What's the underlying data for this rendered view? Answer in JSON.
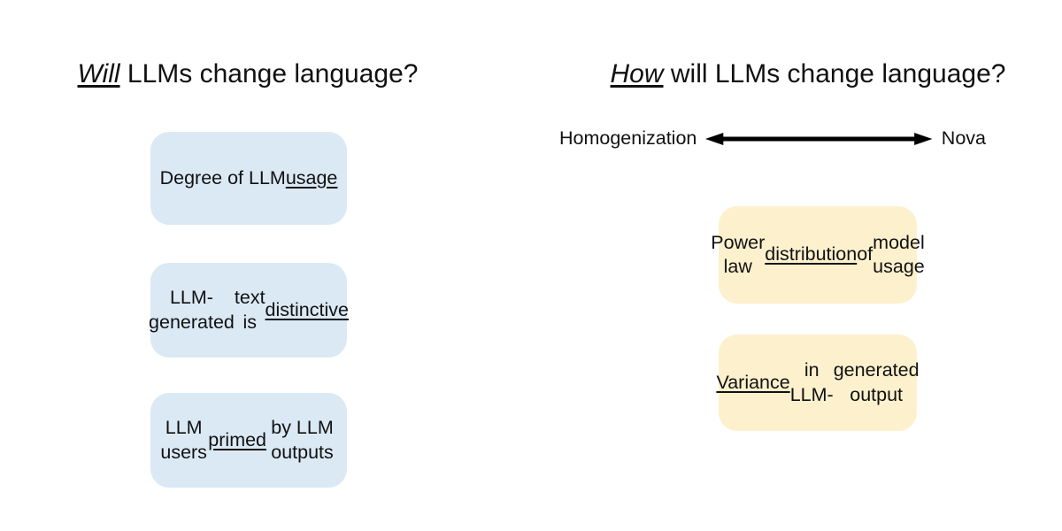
{
  "colors": {
    "blue_box": "#dbe9f5",
    "yellow_box": "#fdf0cd",
    "text": "#111111",
    "arrow": "#000000",
    "background": "#ffffff"
  },
  "left_panel": {
    "title": [
      [
        {
          "t": "Will",
          "u": true,
          "i": true
        },
        {
          "t": " LLMs change language?"
        }
      ]
    ],
    "boxes": [
      {
        "id": "degree-of-llm-usage",
        "lines": [
          [
            {
              "t": "Degree of LLM"
            }
          ],
          [
            {
              "t": "usage",
              "u": true
            }
          ]
        ]
      },
      {
        "id": "llm-generated-text-distinctive",
        "lines": [
          [
            {
              "t": "LLM-generated"
            }
          ],
          [
            {
              "t": "text is "
            },
            {
              "t": "distinctive",
              "u": true
            }
          ]
        ]
      },
      {
        "id": "llm-users-primed",
        "lines": [
          [
            {
              "t": "LLM users "
            },
            {
              "t": "primed",
              "u": true
            }
          ],
          [
            {
              "t": "by LLM outputs"
            }
          ]
        ]
      }
    ]
  },
  "right_panel": {
    "title": [
      [
        {
          "t": "How",
          "u": true,
          "i": true
        },
        {
          "t": " will LLMs change language?"
        }
      ]
    ],
    "spectrum": {
      "left_label": "Homogenization",
      "right_label": "Nova"
    },
    "boxes": [
      {
        "id": "power-law-distribution",
        "lines": [
          [
            {
              "t": "Power law"
            }
          ],
          [
            {
              "t": "distribution",
              "u": true
            },
            {
              "t": " of"
            }
          ],
          [
            {
              "t": "model usage"
            }
          ]
        ]
      },
      {
        "id": "variance-in-llm-output",
        "lines": [
          [
            {
              "t": "Variance",
              "u": true
            },
            {
              "t": " in LLM-"
            }
          ],
          [
            {
              "t": "generated output"
            }
          ]
        ]
      }
    ]
  }
}
